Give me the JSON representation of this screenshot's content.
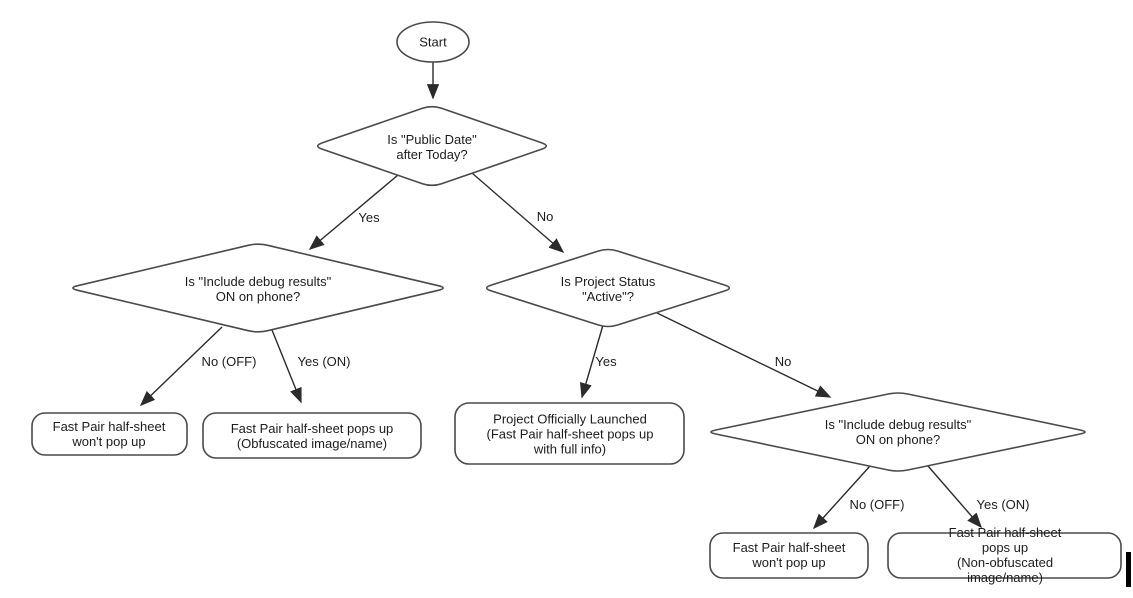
{
  "flowchart": {
    "nodes": {
      "start": {
        "type": "terminator",
        "label": "Start"
      },
      "public_date": {
        "type": "decision",
        "label": "Is \"Public Date\"\nafter Today?"
      },
      "debug_left": {
        "type": "decision",
        "label": "Is \"Include debug results\"\nON on phone?"
      },
      "project_status": {
        "type": "decision",
        "label": "Is Project Status\n\"Active\"?"
      },
      "debug_right": {
        "type": "decision",
        "label": "Is \"Include debug results\"\nON on phone?"
      },
      "no_popup_left": {
        "type": "result",
        "label": "Fast Pair half-sheet\nwon't pop up"
      },
      "obfuscated_popup": {
        "type": "result",
        "label": "Fast Pair half-sheet pops up\n(Obfuscated image/name)"
      },
      "launched": {
        "type": "result",
        "label": "Project Officially Launched\n(Fast Pair half-sheet pops up\nwith full info)"
      },
      "no_popup_right": {
        "type": "result",
        "label": "Fast Pair half-sheet\nwon't pop up"
      },
      "non_obfuscated_popup": {
        "type": "result",
        "label": "Fast Pair half-sheet pops up\n(Non-obfuscated image/name)"
      }
    },
    "edge_labels": {
      "public_date_yes": "Yes",
      "public_date_no": "No",
      "debug_left_no_off": "No (OFF)",
      "debug_left_yes_on": "Yes (ON)",
      "project_status_yes": "Yes",
      "project_status_no": "No",
      "debug_right_no_off": "No (OFF)",
      "debug_right_yes_on": "Yes (ON)"
    },
    "colors": {
      "background": "#ffffff",
      "shape_stroke": "#4a4a4a",
      "arrow": "#2b2b2b",
      "text": "#1c1c1c",
      "cursor_artifact": "#000000"
    }
  }
}
